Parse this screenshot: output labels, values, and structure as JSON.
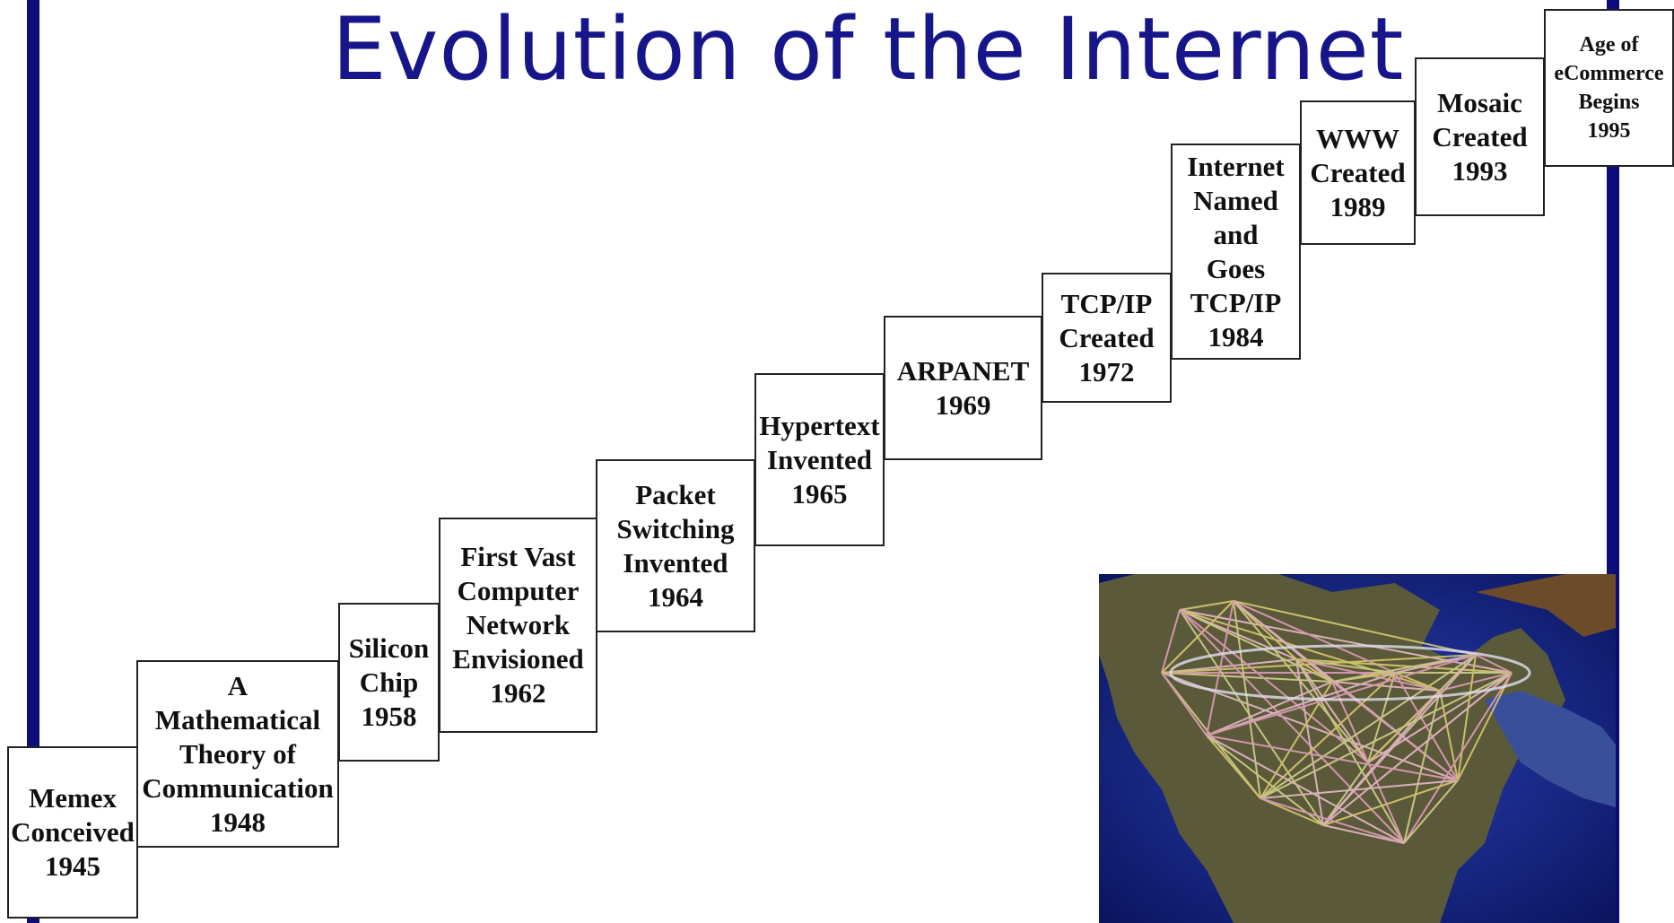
{
  "title": "Evolution of the Internet",
  "steps": [
    {
      "text": "Memex\nConceived\n1945"
    },
    {
      "text": "A\nMathematical\nTheory of\nCommunication\n1948"
    },
    {
      "text": "Silicon\nChip\n1958"
    },
    {
      "text": "First Vast\nComputer\nNetwork\nEnvisioned\n1962"
    },
    {
      "text": "Packet\nSwitching\nInvented\n1964"
    },
    {
      "text": "Hypertext\nInvented\n1965"
    },
    {
      "text": "ARPANET\n1969"
    },
    {
      "text": "TCP/IP\nCreated\n1972"
    },
    {
      "text": "Internet\nNamed\nand\nGoes\nTCP/IP\n1984"
    },
    {
      "text": "WWW\nCreated\n1989"
    },
    {
      "text": "Mosaic\nCreated\n1993"
    },
    {
      "text": "Age of\neCommerce\nBegins\n1995"
    }
  ],
  "colors": {
    "accent_bar": "#0c0c7a",
    "title": "#16168a"
  },
  "image": {
    "description_icon": "network-map-image"
  }
}
